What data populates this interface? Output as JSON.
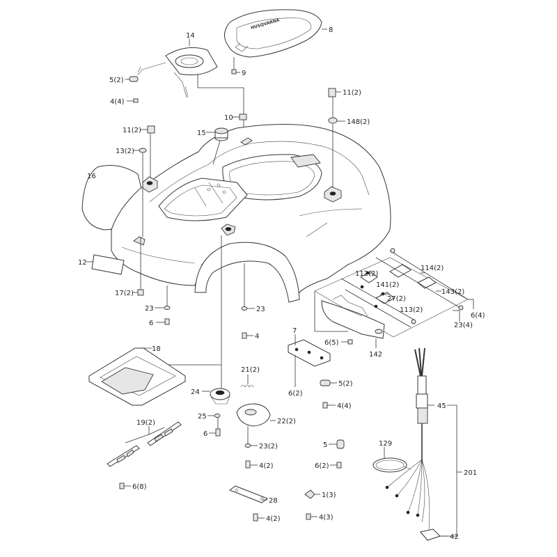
{
  "labels": {
    "l14": "14",
    "l8": "8",
    "l9": "9",
    "l5a": "5(2)",
    "l4a": "4(4)",
    "l11a": "11(2)",
    "l10": "10",
    "l11b": "11(2)",
    "l15": "15",
    "l148": "148(2)",
    "l13": "13(2)",
    "l16": "16",
    "l12": "12",
    "l17": "17(2)",
    "l23a": "23",
    "l6a": "6",
    "l23b": "23",
    "l4b": "4",
    "l114": "114(2)",
    "l112": "112(2)",
    "l141": "141(2)",
    "l143": "143(2)",
    "l27": "27(2)",
    "l113": "113(2)",
    "l6b": "6(4)",
    "l23c": "23(4)",
    "l7": "7",
    "l6c": "6(5)",
    "l142": "142",
    "l18": "18",
    "l21": "21(2)",
    "l24": "24",
    "l22": "22(2)",
    "l6d": "6(2)",
    "l5b": "5(2)",
    "l4c": "4(4)",
    "l45": "45",
    "l25": "25",
    "l6e": "6",
    "l23d": "23(2)",
    "l19": "19(2)",
    "l129": "129",
    "l5c": "5",
    "l6f": "6(2)",
    "l4d": "4(2)",
    "l201": "201",
    "l6g": "6(8)",
    "l28": "28",
    "l1": "1(3)",
    "l4e": "4(2)",
    "l4f": "4(3)",
    "l42": "42"
  },
  "logo_text": "HUSQVARNA"
}
